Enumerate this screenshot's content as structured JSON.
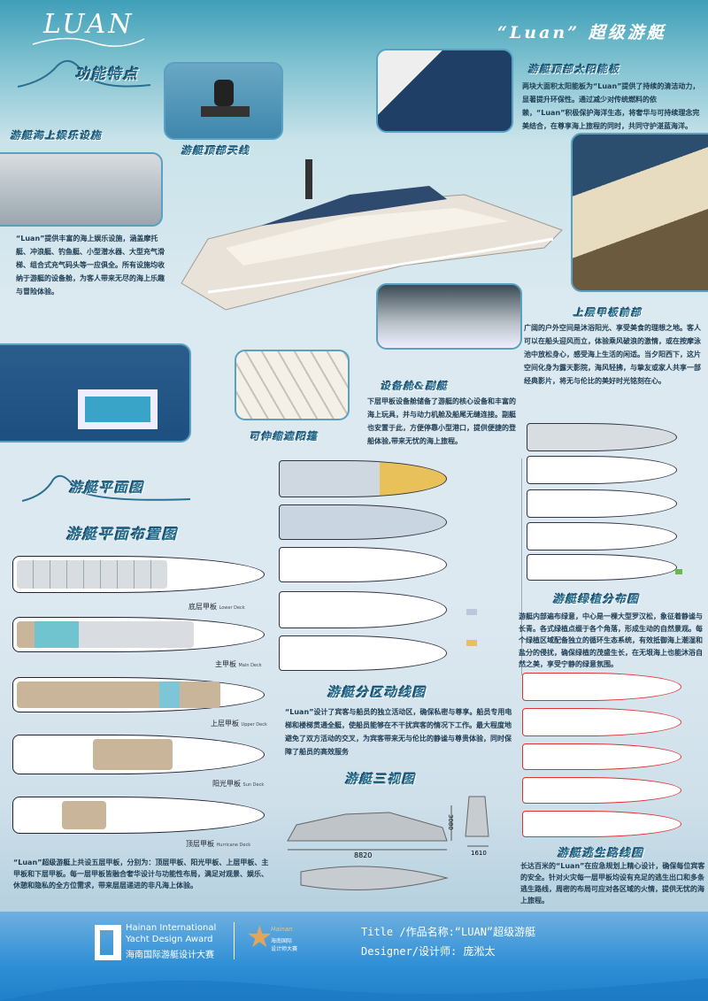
{
  "header": {
    "logo": "LUAN",
    "title": "“Luan” 超级游艇"
  },
  "features": {
    "section_title": "功能特点",
    "antenna_label": "游艇顶部天线",
    "solar": {
      "title": "游艇顶部太阳能板",
      "text": "两块大面积太阳能板为“Luan”提供了持续的清洁动力，显著提升环保性。通过减少对传统燃料的依赖，“Luan”积极保护海洋生态，将奢华与可持续理念完美结合，在尊享海上旅程的同时，共同守护湛蓝海洋。"
    },
    "entertainment": {
      "title": "游艇海上娱乐设施",
      "text": "“Luan”提供丰富的海上娱乐设施，涵盖摩托艇、冲浪艇、钓鱼艇、小型潜水器、大型充气滑梯、组合式充气码头等一应俱全。所有设施均收纳于游艇的设备舱，为客人带来无尽的海上乐趣与冒险体验。"
    },
    "upper_front": {
      "title": "上层甲板前部",
      "text": "广阔的户外空间是沐浴阳光、享受美食的理想之地。客人可以在船头迎风而立，体验乘风破浪的激情，或在按摩泳池中放松身心，感受海上生活的闲适。当夕阳西下，这片空间化身为露天影院，海风轻拂，与挚友或家人共享一部经典影片，将无与伦比的美好时光铭刻在心。"
    },
    "equipment": {
      "title": "设备舱&副艇",
      "text": "下层甲板设备舱储备了游艇的核心设备和丰富的海上玩具，并与动力机舱及船尾无缝连接。副艇也安置于此，方便停靠小型港口，提供便捷的登船体验,带来无忧的海上旅程。"
    },
    "awning_label": "可伸缩遮阳篷"
  },
  "plans": {
    "section_title": "游艇平面图",
    "layout_title": "游艇平面布置图",
    "decks": [
      {
        "cn": "底层甲板",
        "en": "Lower Deck"
      },
      {
        "cn": "主甲板",
        "en": "Main Deck"
      },
      {
        "cn": "上层甲板",
        "en": "Upper Deck"
      },
      {
        "cn": "阳光甲板",
        "en": "Sun Deck"
      },
      {
        "cn": "顶层甲板",
        "en": "Hurricane Deck"
      }
    ],
    "summary": "“Luan”超级游艇上共设五层甲板，分别为：顶层甲板、阳光甲板、上层甲板、主甲板和下层甲板。每一层甲板皆融合奢华设计与功能性布局，满足对观景、娱乐、休憩和隐私的全方位需求，带来层层递进的非凡海上体验。",
    "zoning": {
      "title": "游艇分区动线图",
      "text": "“Luan”设计了宾客与船员的独立活动区，确保私密与尊享。船员专用电梯和楼梯贯通全艇，使船员能够在不干扰宾客的情况下工作。最大程度地避免了双方活动的交叉，为宾客带来无与伦比的静谧与尊贵体验，同时保障了船员的高效服务"
    },
    "three_view": {
      "title": "游艇三视图",
      "height": "3080",
      "length": "8820",
      "beam": "1610"
    },
    "greenery": {
      "title": "游艇绿植分布图",
      "text": "游艇内部遍布绿意，中心是一棵大型罗汉松，象征着静谧与长青。各式绿植点缀于各个角落，形成生动的自然景观。每个绿植区域配备独立的循环生态系统，有效抵御海上潮湿和盐分的侵扰，确保绿植的茂盛生长，在无垠海上也能沐浴自然之美，享受宁静的绿意氛围。"
    },
    "escape": {
      "title": "游艇逃生路线图",
      "text": "长达百米的“Luan”在应急规划上精心设计，确保每位宾客的安全。针对火灾每一层甲板均设有充足的逃生出口和多条逃生路线，周密的布局可应对各区域的火情，提供无忧的海上旅程。"
    }
  },
  "footer": {
    "award_en1": "Hainan International",
    "award_en2": "Yacht Design Award",
    "award_cn": "海南国际游艇设计大赛",
    "badge_en": "Hainan",
    "badge_cn1": "海南国际",
    "badge_cn2": "设计师大赛",
    "title_line": "Title /作品名称:“LUAN”超级游艇",
    "designer_line": "Designer/设计师: 庞淞太"
  },
  "colors": {
    "accent": "#2a6f90",
    "footer": "#2f8fd6",
    "crew": "#e8c15a",
    "guest": "#b9c9db"
  }
}
